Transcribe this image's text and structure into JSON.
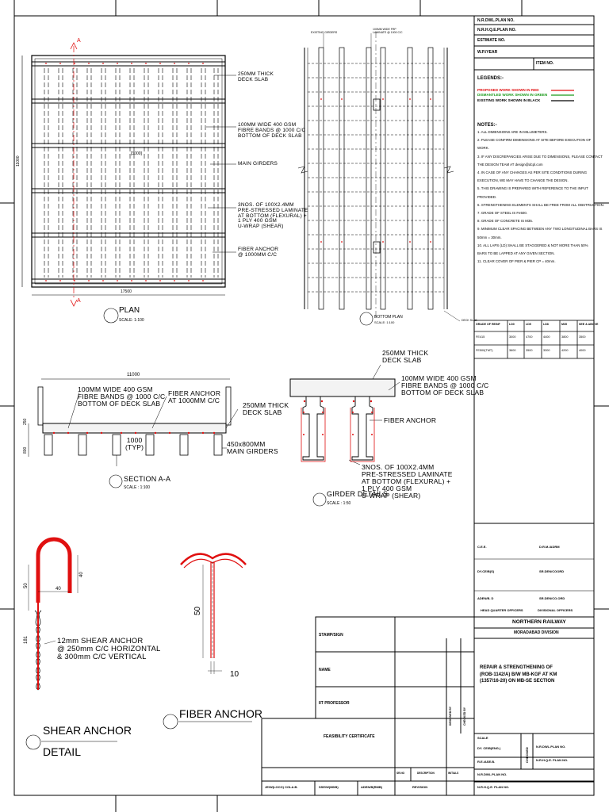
{
  "title_block_top": [
    "N.R.DWL.PLAN NO.",
    "N.R.H.Q.E.PLAN NO.",
    "ESTIMATE NO.",
    "W.P./YEAR",
    "ITEM NO."
  ],
  "legend": {
    "heading": "LEGENDS:-",
    "items": [
      {
        "label": "PROPOSED WORK SHOWN IN RED",
        "color": "#e01010"
      },
      {
        "label": "DISMANTLED WORK SHOWN IN GREEN",
        "color": "#1a9a1a"
      },
      {
        "label": "EXISTING WORK SHOWN IN BLACK",
        "color": "#000000"
      }
    ]
  },
  "notes": {
    "heading": "NOTES:-",
    "items": [
      "1.  ALL DIMENSIONS ARE IN MILLIMETERS.",
      "2.  PLEASE CONFIRM DIMENSIONS AT SITE BEFORE EXECUTION OF",
      "     WORK.",
      "3.  IF ANY DISCREPANCIES ARISE DUE TO DIMENSIONS, PLEASE CONTACT",
      "     THE DESIGN TEAM AT design@dcpl.com",
      "4.  IN CASE OF ANY CHANGES AS PER SITE CONDITIONS DURING",
      "     EXECUTION, WE MAY HAVE TO CHANGE THE DESIGN.",
      "5.  THIS DRAWING IS PREPARED WITH REFERENCE TO THE INPUT",
      "     PROVIDED.",
      "6.  STRENGTHENING ELEMENTS SHALL BE FREE FROM ALL OBSTRUCTION.",
      "7.  GRADE OF STEEL IS Fe500.",
      "8.  GRADE OF CONCRETE IS M35.",
      "9.  MINIMUM CLEAR SPACING BETWEEN ANY TWO LONGITUDINAL BARS IS",
      "     50mm = 30mm.",
      "10. ALL LAPS (LD) SHALL BE STAGGERED & NOT MORE THAN 50%",
      "     BARS TO BE LAPPED AT ANY GIVEN SECTION.",
      "11. CLEAR COVER OF PIER & PIER CP = 40mm."
    ]
  },
  "grade_table": {
    "headers": [
      "GRADE OF REINF",
      "LD0",
      "LD5",
      "LD8",
      "M35",
      "SEE & ABOVE"
    ],
    "rows": [
      [
        "FE415",
        "3000",
        "4700",
        "4400",
        "3800",
        "3500"
      ],
      [
        "FE500(TMT)",
        "3600",
        "3500",
        "3300",
        "4200",
        "4000"
      ]
    ]
  },
  "plan": {
    "title": "PLAN",
    "scale": "SCALE: 1:100",
    "width_dim": "17500",
    "height_dim": "11000",
    "center_label": "[3000]",
    "section_mark": "A",
    "callouts": [
      "250MM THICK\nDECK SLAB",
      "100MM WIDE 400 GSM\nFIBRE BANDS @ 1000 C/C\nBOTTOM OF DECK SLAB",
      "MAIN GIRDERS",
      "3NOS. OF 100X2.4MM\nPRE-STRESSED LAMINATE\nAT BOTTOM (FLEXURAL) +\n1 PLY 400 GSM\nU-WRAP (SHEAR)",
      "FIBER ANCHOR\n@ 1000MM C/C"
    ]
  },
  "bottom_plan": {
    "title": "BOTTOM PLAN",
    "scale": "SCALE: 1:100",
    "top_labels": [
      "EXISTING GIRDERS",
      "100MM WIDE FRP\nLAMINATE @ 1000 C/C"
    ],
    "side_label": "DECK SLAB"
  },
  "section_aa": {
    "title": "SECTION A-A",
    "scale": "SCALE : 1:100",
    "top_dim": "11000",
    "left_dims": [
      "250",
      "800"
    ],
    "callouts": [
      "100MM WIDE 400 GSM\nFIBRE BANDS @ 1000 C/C\nBOTTOM OF DECK SLAB",
      "FIBER ANCHOR\nAT 1000MM C/C",
      "250MM THICK\nDECK SLAB",
      "1000\n(TYP)",
      "450x800MM\nMAIN GIRDERS"
    ]
  },
  "girder_details": {
    "title": "GIRDER DETAILS",
    "scale": "SCALE : 1:50",
    "callouts": [
      "250MM THICK\nDECK SLAB",
      "100MM WIDE 400 GSM\nFIBRE BANDS @ 1000 C/C\nBOTTOM OF DECK SLAB",
      "FIBER ANCHOR",
      "3NOS. OF 100X2.4MM\nPRE-STRESSED LAMINATE\nAT BOTTOM (FLEXURAL) +\n1 PLY 400 GSM\nU-WRAP (SHEAR)"
    ]
  },
  "shear_anchor": {
    "title_line1": "SHEAR ANCHOR",
    "title_line2": "DETAIL",
    "dims": [
      "40",
      "40",
      "50",
      "181"
    ],
    "callout": "12mm SHEAR ANCHOR\n@ 250mm C/C HORIZONTAL\n& 300mm C/C VERTICAL"
  },
  "fiber_anchor": {
    "title": "FIBER ANCHOR",
    "dims": [
      "50",
      "10"
    ]
  },
  "signatures": {
    "rows": [
      [
        "C.E.E.",
        "D.R.M./ADRM"
      ],
      [
        "DY.CE/B(S)",
        "SR.DEN/COORD"
      ],
      [
        "ADEN/B. D",
        "SR.DEN/CO.ORD"
      ]
    ],
    "captions": [
      "HEAD QUARTER OFFICERS",
      "DIVISIONAL OFFICERS"
    ]
  },
  "org": {
    "railway": "NORTHERN RAILWAY",
    "division": "MORADABAD DIVISION",
    "project_title": "REPAIR & STRENGTHENING OF\n(ROB-1142/A) B/W MB-KGF AT KM\n(1357/16-20) ON MB-SE SECTION",
    "vertical_labels": [
      "DESIGNED BY",
      "CHECKED BY"
    ],
    "scale_label": "SCALE",
    "bottom_rows": [
      "DY. CE/B(ENG.)",
      "R.E./ASE.B."
    ],
    "check_label": "CHECKED",
    "plan_nos": [
      "N.R.DWL.PLAN NO.",
      "N.R.H.Q.E. PLAN NO."
    ]
  },
  "stamps": {
    "labels": [
      "STAMP/SIGN",
      "NAME",
      "IIT PROFESSOR"
    ],
    "feasibility": "FEASIBILITY CERTIFICATE"
  },
  "footer": {
    "cells": [
      "JE/W(LOCO) COLA.B.",
      "SSE/W(MDB)",
      "ADEN/B(RMB)"
    ],
    "revision_headers": [
      "SR.NO",
      "DESCRIPTION",
      "INITIALS"
    ],
    "revision_label": "REVISION",
    "plan_nos": [
      "N.R.DWL.PLAN NO.",
      "N.R.H.Q.E. PLAN NO."
    ]
  }
}
